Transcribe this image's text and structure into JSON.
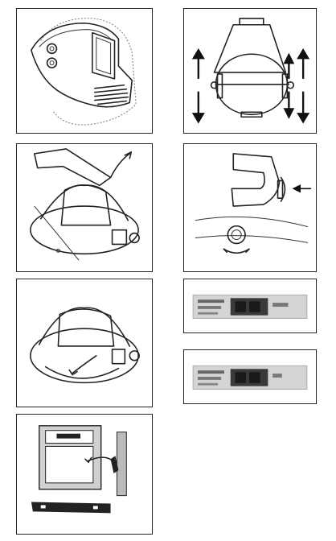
{
  "figures": [
    {
      "id": "fig1",
      "name": "helmet-side-view"
    },
    {
      "id": "fig2",
      "name": "headgear-width-adjust"
    },
    {
      "id": "fig3",
      "name": "crown-strap-adjust"
    },
    {
      "id": "fig4",
      "name": "ratchet-knob-adjust"
    },
    {
      "id": "fig5",
      "name": "sweatband-replace"
    },
    {
      "id": "fig6",
      "name": "control-panel-1"
    },
    {
      "id": "fig7",
      "name": "control-panel-2"
    },
    {
      "id": "fig8",
      "name": "filter-cartridge-replace"
    }
  ]
}
